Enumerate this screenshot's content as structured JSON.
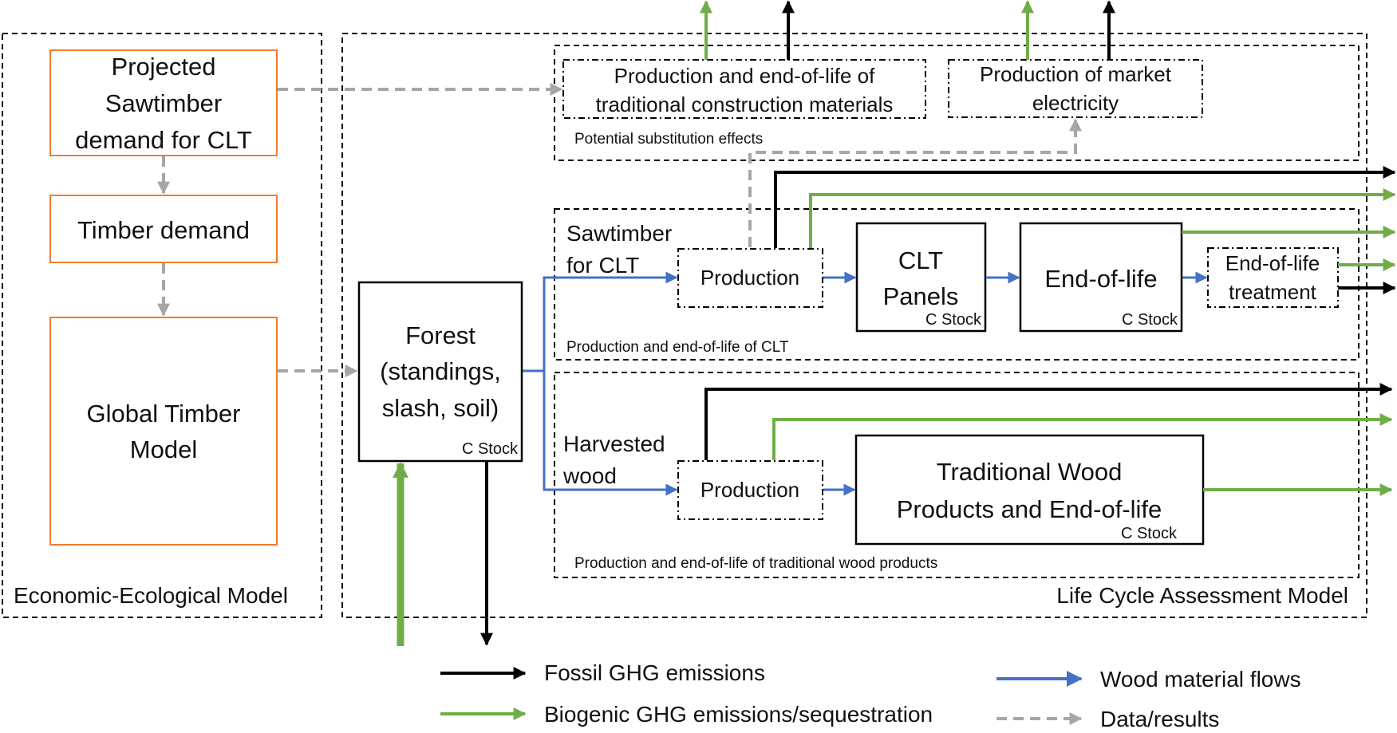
{
  "colors": {
    "fossil": "#000000",
    "biogenic": "#70ad47",
    "wood": "#4472c4",
    "data": "#a6a6a6",
    "economic_box": "#ed7d31",
    "border": "#000000"
  },
  "economic_model": {
    "label": "Economic-Ecological Model",
    "projected_demand": [
      "Projected",
      "Sawtimber",
      "demand for CLT"
    ],
    "timber_demand": "Timber demand",
    "global_model": [
      "Global Timber",
      "Model"
    ]
  },
  "lca_model": {
    "label": "Life Cycle Assessment Model",
    "forest": {
      "lines": [
        "Forest",
        "(standings,",
        "slash, soil)"
      ],
      "stock": "C Stock"
    },
    "substitution": {
      "group_label": "Potential substitution effects",
      "traditional_materials": [
        "Production and end-of-life of",
        "traditional construction materials"
      ],
      "market_electricity": [
        "Production of market",
        "electricity"
      ]
    },
    "clt": {
      "group_label": "Production and end-of-life of CLT",
      "input_label": [
        "Sawtimber",
        "for CLT"
      ],
      "production": "Production",
      "panels": [
        "CLT",
        "Panels"
      ],
      "panels_stock": "C Stock",
      "end_of_life": "End-of-life",
      "end_of_life_stock": "C Stock",
      "treatment": [
        "End-of-life",
        "treatment"
      ]
    },
    "traditional": {
      "group_label": "Production and end-of-life of traditional wood products",
      "input_label": [
        "Harvested",
        "wood"
      ],
      "production": "Production",
      "products": [
        "Traditional Wood",
        "Products and End-of-life"
      ],
      "products_stock": "C Stock"
    }
  },
  "legend": {
    "fossil": "Fossil GHG emissions",
    "biogenic": "Biogenic GHG emissions/sequestration",
    "wood": "Wood material flows",
    "data": "Data/results"
  }
}
